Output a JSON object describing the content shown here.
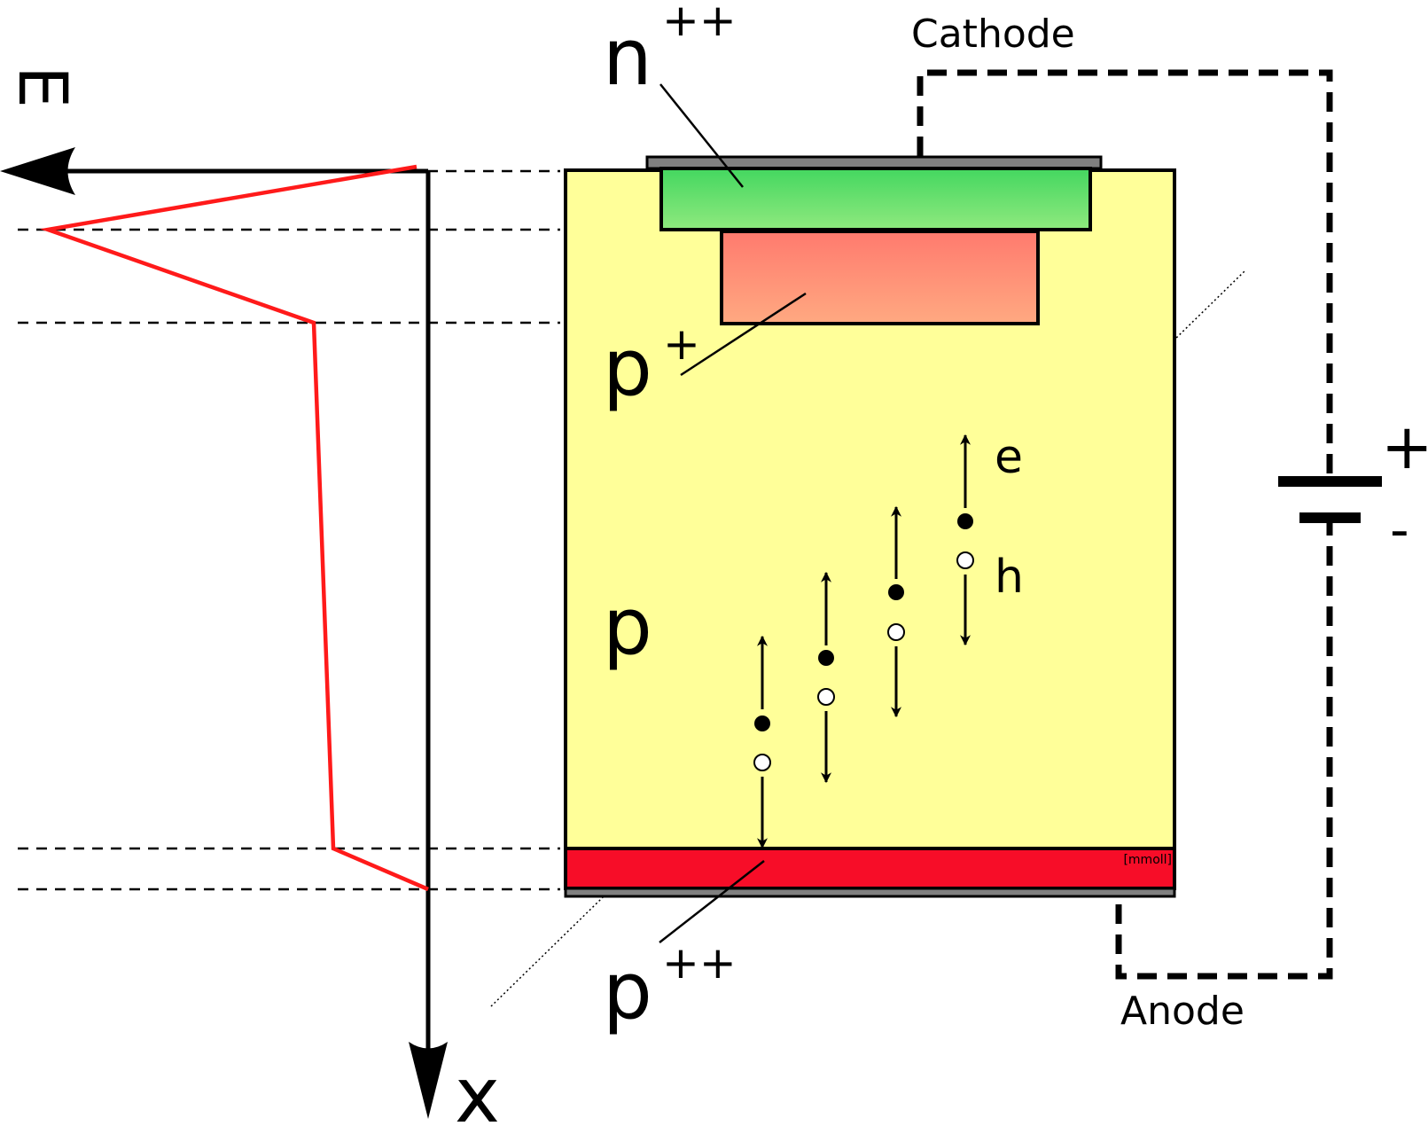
{
  "labels": {
    "axis_e": "E",
    "axis_x": "x",
    "cathode": "Cathode",
    "anode": "Anode",
    "n_plus_plus": "n",
    "n_plus_plus_sup": "++",
    "p_plus": "p",
    "p_plus_sup": "+",
    "p": "p",
    "p_plus_plus": "p",
    "p_plus_plus_sup": "++",
    "electron": "e",
    "hole": "h",
    "battery_plus": "+",
    "battery_minus": "-",
    "small_label": "[mmoll]"
  },
  "colors": {
    "bulk_p": "#ffff99",
    "n_plus_plus_top": "#44d760",
    "n_plus_plus_bottom": "#8fe97e",
    "p_plus_top": "#ff7a6e",
    "p_plus_bottom": "#ffa981",
    "p_plus_plus": "#f70d28",
    "field_curve": "#ff1a1a",
    "contact_metal": "#808080"
  }
}
